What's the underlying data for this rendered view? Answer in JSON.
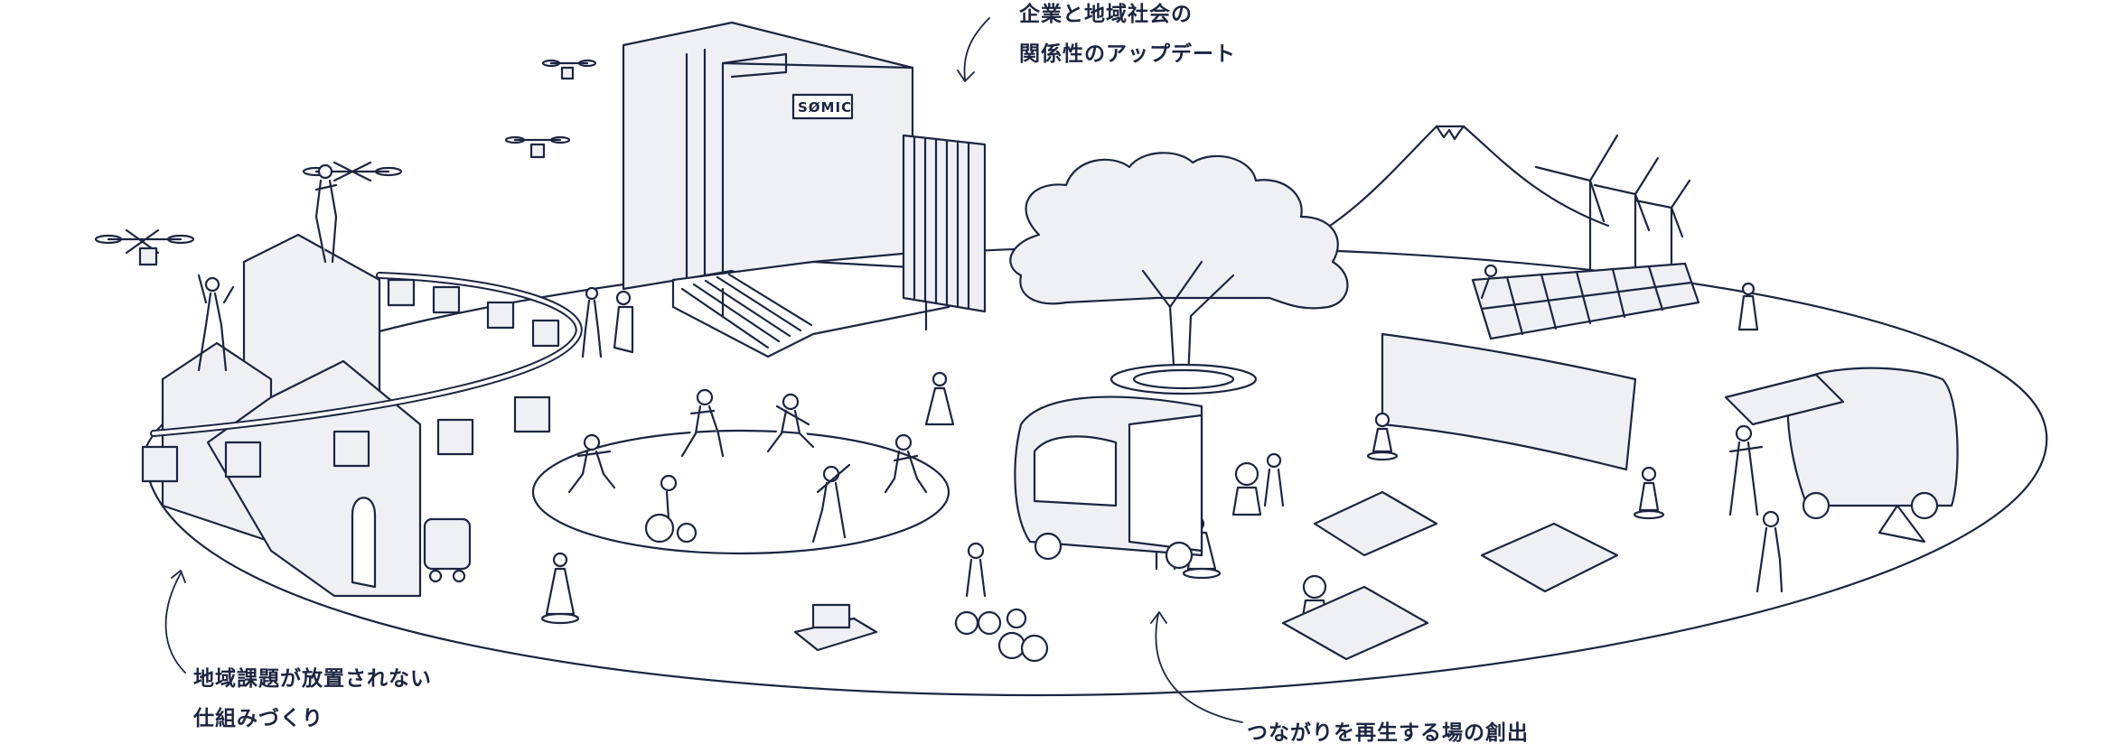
{
  "captions": {
    "top": [
      "企業と地域社会の",
      "関係性のアップデート"
    ],
    "left": [
      "地域課題が放置されない",
      "仕組みづくり"
    ],
    "bottom": [
      "つながりを再生する場の創出"
    ]
  },
  "building": {
    "logo": "SØMIC"
  },
  "colors": {
    "line": "#1c2541",
    "fill": "#eef0f4",
    "background": "#ffffff"
  }
}
